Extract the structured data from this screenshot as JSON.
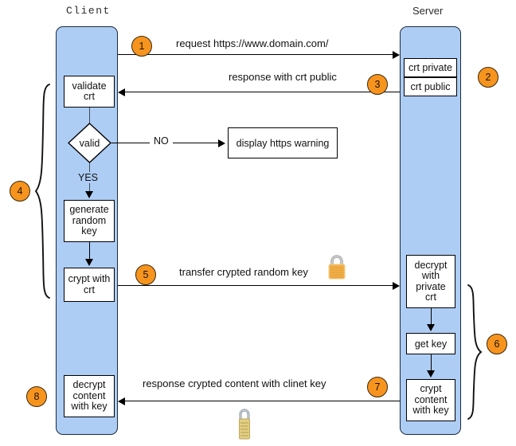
{
  "diagram": {
    "title_client": "Client",
    "title_server": "Server",
    "colors": {
      "lifeline_fill": "#aecdf5",
      "lifeline_border": "#1b2b3a",
      "badge_fill": "#f7941e",
      "box_fill": "#ffffff",
      "line": "#000000"
    }
  },
  "actors": [
    {
      "name": "client",
      "label": "Client"
    },
    {
      "name": "server",
      "label": "Server"
    }
  ],
  "messages": [
    {
      "step": "1",
      "label": "request https://www.domain.com/",
      "direction": "client-to-server"
    },
    {
      "step": "3",
      "label": "response with crt public",
      "direction": "server-to-client"
    },
    {
      "step": "5",
      "label": "transfer crypted random key",
      "direction": "client-to-server",
      "icon": "closed-padlock-icon"
    },
    {
      "step": "7",
      "label": "response crypted content with clinet key",
      "direction": "server-to-client",
      "icon": "brass-padlock-icon"
    }
  ],
  "client_nodes": [
    {
      "name": "validate-crt",
      "lines": [
        "validate",
        "crt"
      ]
    },
    {
      "name": "valid-decision",
      "lines": [
        "valid"
      ],
      "shape": "diamond"
    },
    {
      "name": "generate-random-key",
      "lines": [
        "generate",
        "random",
        "key"
      ]
    },
    {
      "name": "crypt-with-crt",
      "lines": [
        "crypt with",
        "crt"
      ]
    },
    {
      "name": "decrypt-content-with-key",
      "lines": [
        "decrypt",
        "content",
        "with key"
      ]
    }
  ],
  "server_nodes": [
    {
      "name": "crt-private",
      "lines": [
        "crt private"
      ]
    },
    {
      "name": "crt-public",
      "lines": [
        "crt public"
      ]
    },
    {
      "name": "decrypt-with-private-crt",
      "lines": [
        "decrypt",
        "with",
        "private",
        "crt"
      ]
    },
    {
      "name": "get-key",
      "lines": [
        "get key"
      ]
    },
    {
      "name": "crypt-content-with-key",
      "lines": [
        "crypt",
        "content",
        "with key"
      ]
    }
  ],
  "branch": {
    "no_label": "NO",
    "yes_label": "YES",
    "warning_box": "display https warning"
  },
  "badges": {
    "s1": "1",
    "s2": "2",
    "s3": "3",
    "s4": "4",
    "s5": "5",
    "s6": "6",
    "s7": "7",
    "s8": "8"
  },
  "text": {
    "validate_l1": "validate",
    "validate_l2": "crt",
    "valid": "valid",
    "gen_l1": "generate",
    "gen_l2": "random",
    "gen_l3": "key",
    "crypt_crt_l1": "crypt with",
    "crypt_crt_l2": "crt",
    "dec_content_l1": "decrypt",
    "dec_content_l2": "content",
    "dec_content_l3": "with key",
    "crt_private": "crt private",
    "crt_public": "crt public",
    "dec_priv_l1": "decrypt",
    "dec_priv_l2": "with",
    "dec_priv_l3": "private",
    "dec_priv_l4": "crt",
    "get_key": "get key",
    "crypt_cont_l1": "crypt",
    "crypt_cont_l2": "content",
    "crypt_cont_l3": "with key",
    "msg1": "request https://www.domain.com/",
    "msg3": "response with crt public",
    "msg5": "transfer crypted random key",
    "msg7": "response crypted content with clinet key",
    "no": "NO",
    "yes": "YES",
    "warning": "display https warning"
  }
}
